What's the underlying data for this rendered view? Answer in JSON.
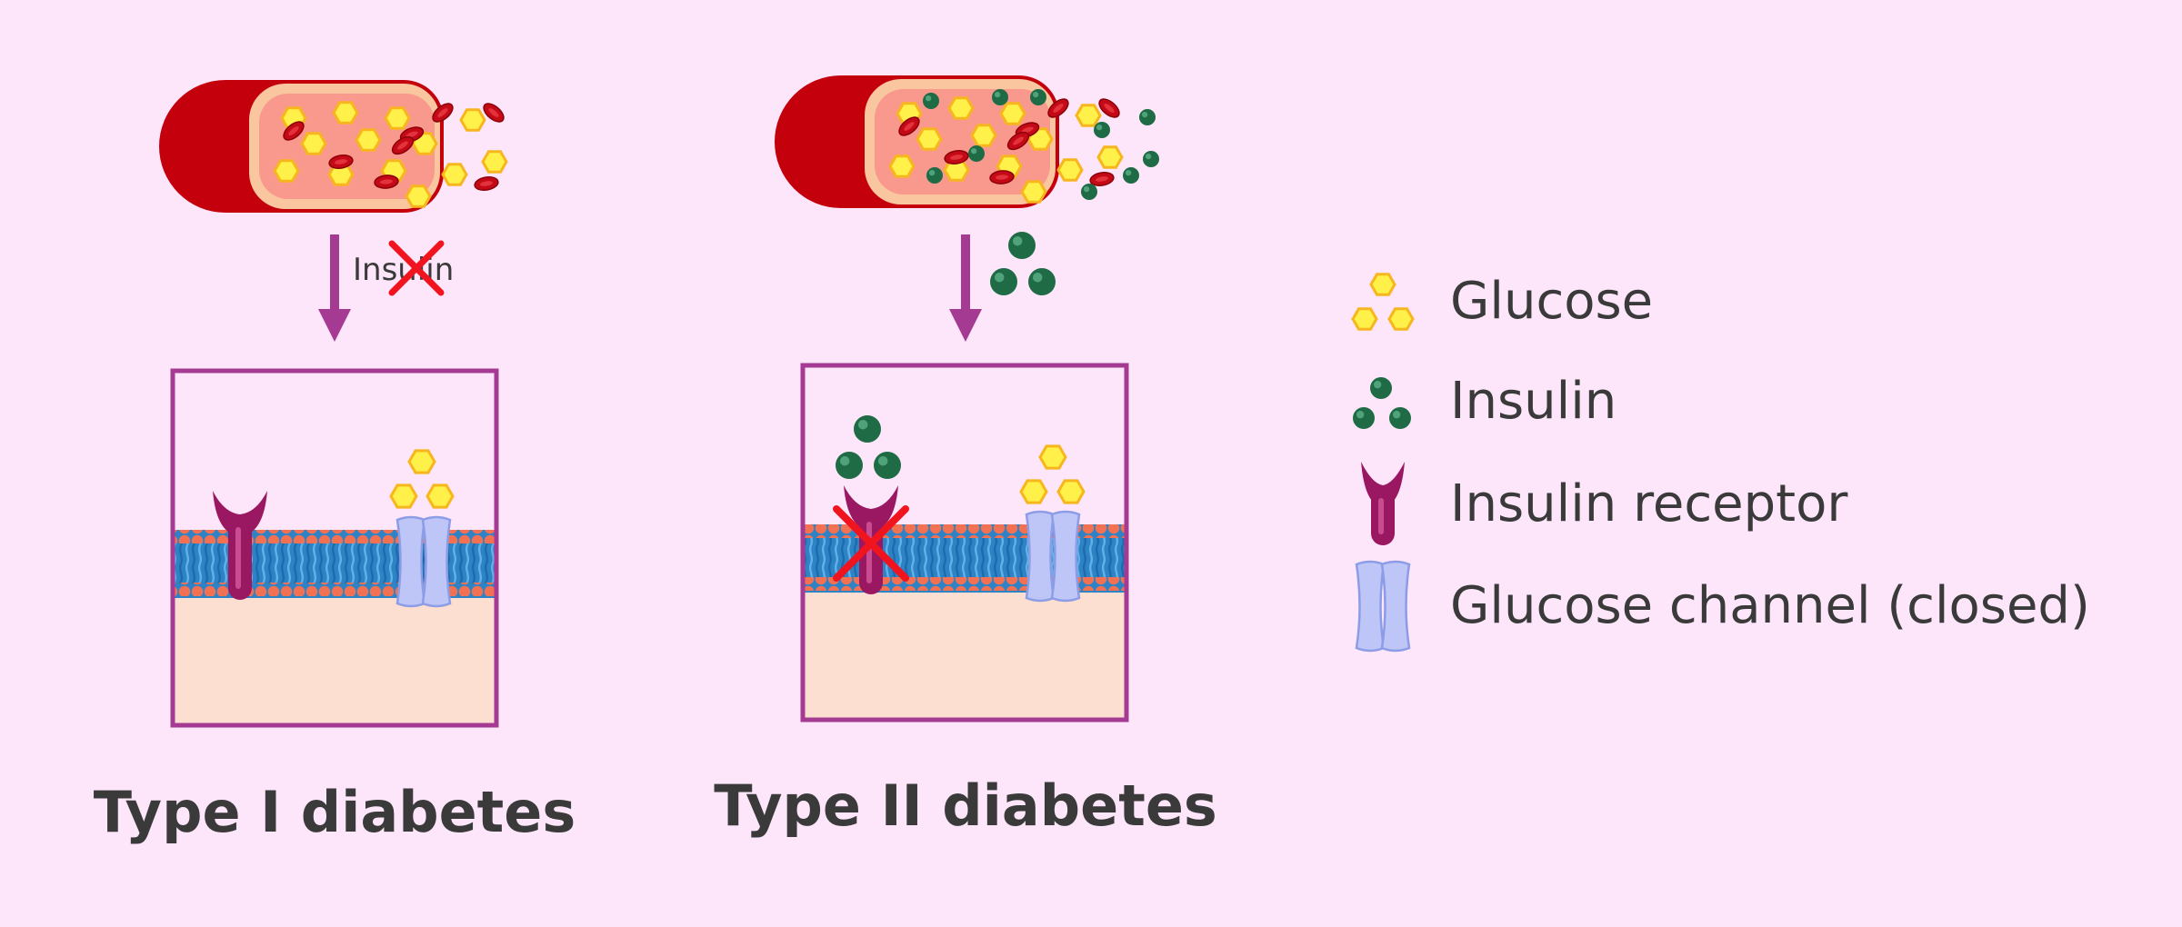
{
  "colors": {
    "background": "#fde6fa",
    "vessel_outer": "#c4000c",
    "vessel_inner": "#f9988c",
    "vessel_rim": "#f9c69f",
    "glucose_fill": "#fff14a",
    "glucose_stroke": "#f7b51e",
    "insulin": "#1e6b46",
    "red_cell": "#c30a16",
    "arrow": "#a53a93",
    "cell_frame": "#a53a93",
    "cytoplasm": "#fcdfd0",
    "membrane_head": "#f37153",
    "membrane_tail": "#2d83c6",
    "receptor": "#9a1761",
    "channel_fill": "#bdc6f7",
    "channel_stroke": "#8d9ce6",
    "cross": "#f0141e"
  },
  "panels": [
    {
      "id": "type1",
      "title": "Type I diabetes",
      "arrow_label": "Insulin",
      "arrow_label_crossed": true,
      "vessel_contents": [
        "glucose",
        "red-blood-cells"
      ],
      "insulin_near_receptor": false,
      "receptor_blocked": false
    },
    {
      "id": "type2",
      "title": "Type II diabetes",
      "arrow_label": "",
      "arrow_label_crossed": false,
      "vessel_contents": [
        "glucose",
        "red-blood-cells",
        "insulin"
      ],
      "insulin_near_receptor": true,
      "receptor_blocked": true
    }
  ],
  "legend": [
    {
      "icon": "glucose-icon",
      "label": "Glucose"
    },
    {
      "icon": "insulin-icon",
      "label": "Insulin"
    },
    {
      "icon": "insulin-receptor-icon",
      "label": "Insulin receptor"
    },
    {
      "icon": "glucose-channel-icon",
      "label": "Glucose channel (closed)"
    }
  ]
}
